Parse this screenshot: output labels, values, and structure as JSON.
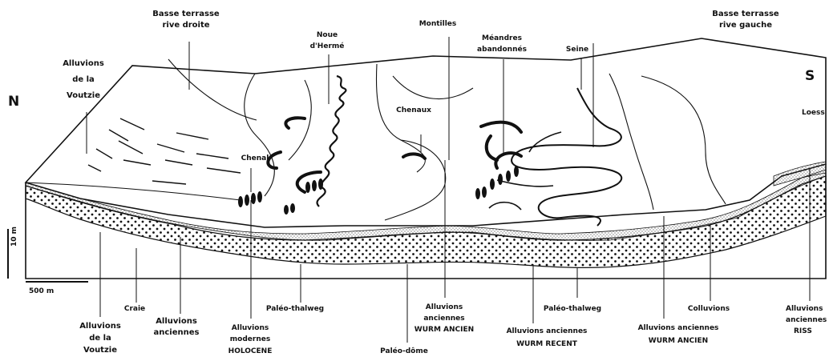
{
  "cardinals": {
    "north": "N",
    "south": "S"
  },
  "scale": {
    "vertical": "10 m",
    "horizontal": "500 m"
  },
  "top_labels": {
    "basse_terrasse_droite": [
      "Basse terrasse",
      "rive droite"
    ],
    "noue_dherme": [
      "Noue",
      "d'Hermé"
    ],
    "montilles": "Montilles",
    "meandres": [
      "Méandres",
      "abandonnés"
    ],
    "seine": "Seine",
    "basse_terrasse_gauche": [
      "Basse terrasse",
      "rive gauche"
    ],
    "alluvions_voutzie": [
      "Alluvions",
      "de la",
      "Voutzie"
    ],
    "chenaux": "Chenaux",
    "chenal": "Chenal",
    "loess": "Loess"
  },
  "bottom_labels": {
    "alluvions_voutzie": [
      "Alluvions",
      "de la",
      "Voutzie"
    ],
    "craie": "Craie",
    "alluvions_anciennes": [
      "Alluvions",
      "anciennes"
    ],
    "alluvions_modernes": [
      "Alluvions",
      "modernes",
      "HOLOCENE"
    ],
    "paleo_thalweg_1": "Paléo-thalweg",
    "paleo_dome": "Paléo-dôme",
    "alluvions_wurm_ancien_1": [
      "Alluvions",
      "anciennes",
      "WURM ANCIEN"
    ],
    "paleo_thalweg_2": "Paléo-thalweg",
    "alluvions_wurm_recent": [
      "Alluvions anciennes",
      "WURM RECENT"
    ],
    "alluvions_wurm_ancien_2": [
      "Alluvions anciennes",
      "WURM ANCIEN"
    ],
    "colluvions": "Colluvions",
    "alluvions_riss": [
      "Alluvions",
      "anciennes",
      "RISS"
    ]
  }
}
